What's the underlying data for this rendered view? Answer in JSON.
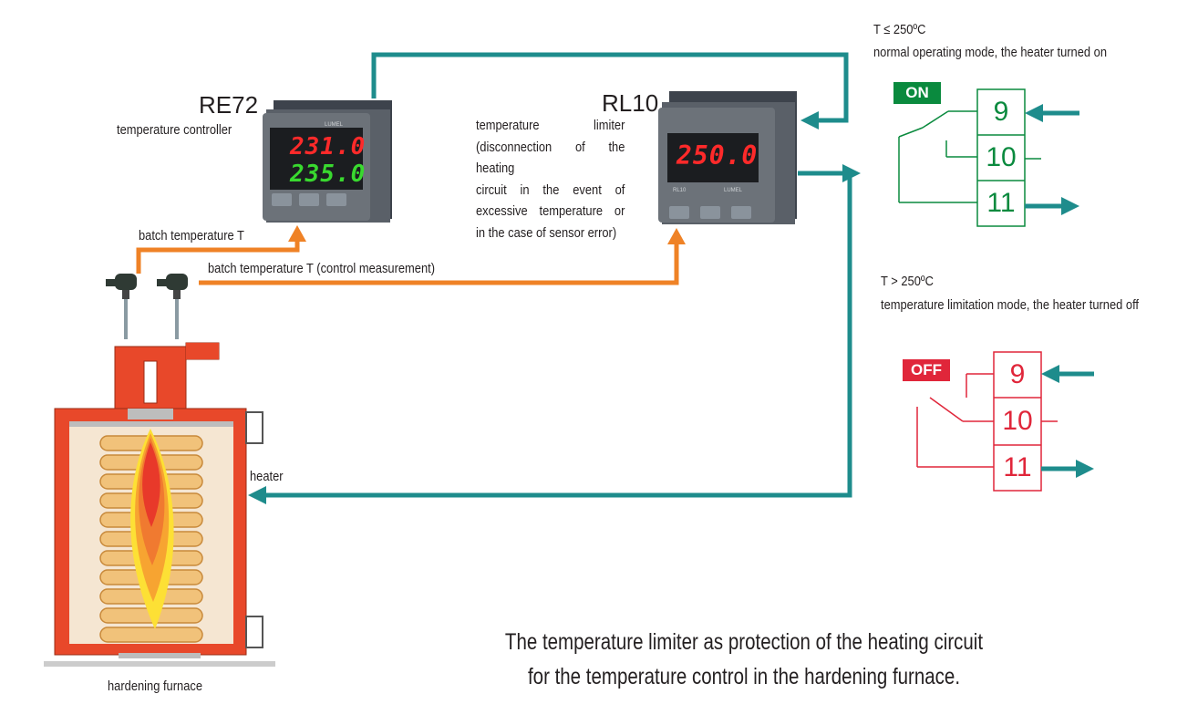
{
  "furnace": {
    "label": "hardening furnace",
    "heater_label": "heater"
  },
  "re72": {
    "model": "RE72",
    "subtitle": "temperature controller",
    "display_top": "231.0",
    "display_bottom": "235.0",
    "brand": "LUMEL"
  },
  "rl10": {
    "model": "RL10",
    "desc_lines": [
      "temperature limiter",
      "(disconnection of the heating",
      "circuit in the event of",
      "excessive temperature or",
      "in the case of sensor error)"
    ],
    "display": "250.0",
    "brand": "LUMEL",
    "model_tag": "RL10"
  },
  "signals": {
    "batch_temp": "batch temperature T",
    "batch_temp_control": "batch temperature  T (control measurement)"
  },
  "relay_on": {
    "condition": "T ≤ 250ºC",
    "mode": "normal operating mode, the heater turned on",
    "badge": "ON",
    "terminals": [
      "9",
      "10",
      "11"
    ],
    "color": "#0a8a3e"
  },
  "relay_off": {
    "condition": "T > 250ºC",
    "mode": "temperature limitation mode, the heater turned off",
    "badge": "OFF",
    "terminals": [
      "9",
      "10",
      "11"
    ],
    "color": "#e0263a"
  },
  "caption": {
    "line1": "The temperature limiter as protection of the heating circuit",
    "line2": "for the temperature control in the hardening furnace."
  },
  "colors": {
    "teal": "#1e8c8c",
    "orange": "#ef8226",
    "furnace_red": "#e8482a"
  }
}
